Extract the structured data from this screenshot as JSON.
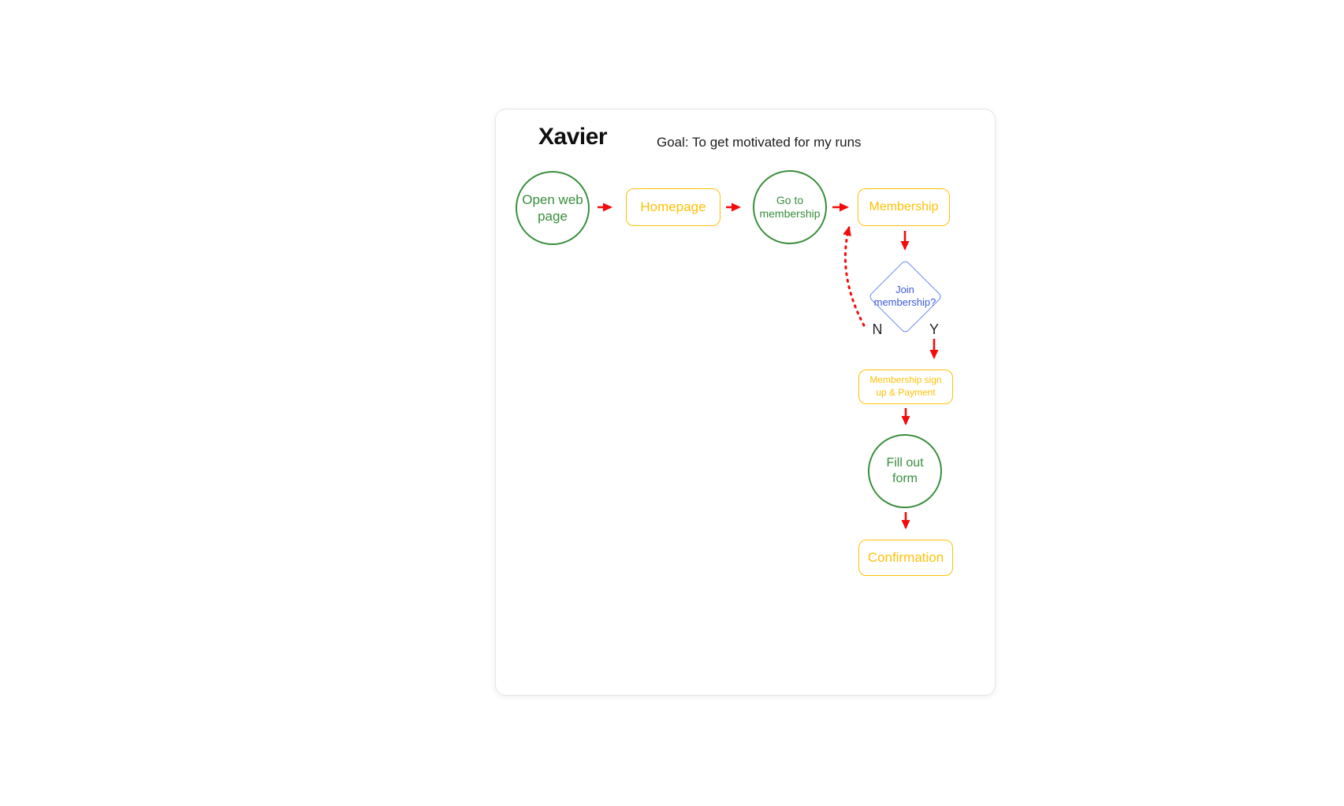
{
  "card": {
    "title": "Xavier",
    "goal": "Goal: To get motivated for my runs"
  },
  "flow": {
    "nodes": {
      "open_web_page": {
        "line1": "Open web",
        "line2": "page"
      },
      "homepage": {
        "label": "Homepage"
      },
      "go_to_membership": {
        "line1": "Go to",
        "line2": "membership"
      },
      "membership": {
        "label": "Membership"
      },
      "join_membership": {
        "line1": "Join",
        "line2": "membership?"
      },
      "signup_payment": {
        "line1": "Membership sign",
        "line2": "up & Payment"
      },
      "fill_out_form": {
        "line1": "Fill out",
        "line2": "form"
      },
      "confirmation": {
        "label": "Confirmation"
      }
    },
    "branch_labels": {
      "no": "N",
      "yes": "Y"
    }
  },
  "colors": {
    "step_green": "#388E3C",
    "page_yellow": "#FFC107",
    "arrow_red": "#F40B0B",
    "decision_border_blue": "#6E8BF5",
    "decision_text_blue": "#3C5BD8"
  }
}
